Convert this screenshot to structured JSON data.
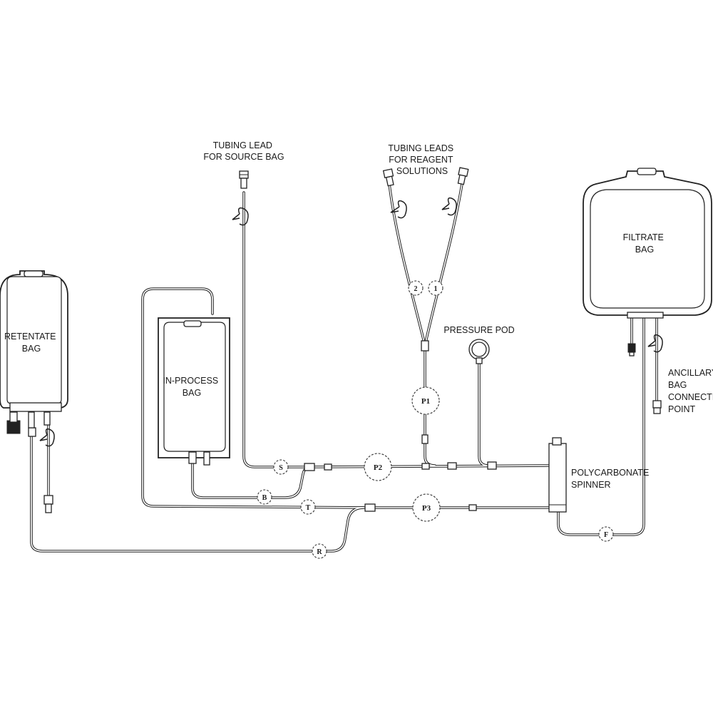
{
  "labels": {
    "source_lead": [
      "TUBING LEAD",
      "FOR SOURCE BAG"
    ],
    "reagent_leads": [
      "TUBING LEADS",
      "FOR REAGENT",
      "SOLUTIONS"
    ],
    "pressure_pod": "PRESSURE POD",
    "filtrate_bag": [
      "FILTRATE",
      "BAG"
    ],
    "retentate_bag": [
      "RETENTATE",
      "BAG"
    ],
    "in_process_bag": [
      "IN-PROCESS",
      "BAG"
    ],
    "polycarbonate_spinner": [
      "POLYCARBONATE",
      "SPINNER"
    ],
    "ancillary": [
      "ANCILLARY",
      "BAG",
      "CONNECTION",
      "POINT"
    ]
  },
  "markers": {
    "reagent_2": "2",
    "reagent_1": "1",
    "p1": "P1",
    "p2": "P2",
    "p3": "P3",
    "s": "S",
    "b": "B",
    "t": "T",
    "r": "R",
    "f": "F"
  }
}
